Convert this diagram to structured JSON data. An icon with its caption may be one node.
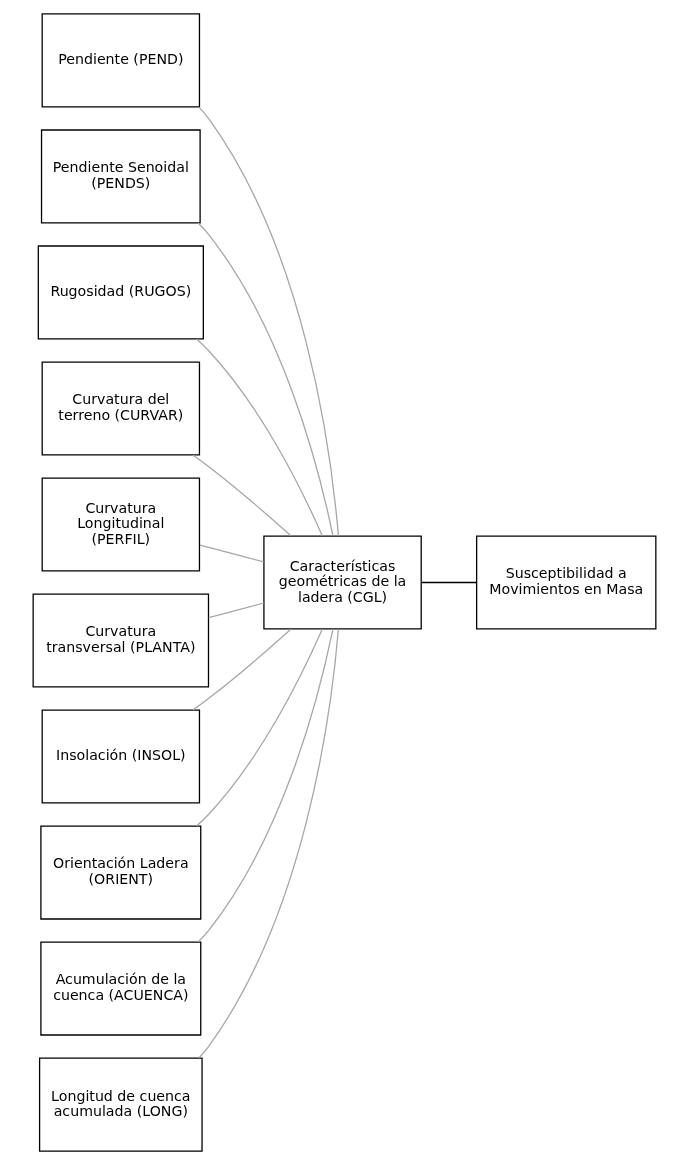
{
  "diagram": {
    "nodes": [
      {
        "text": [
          "Pendiente (PEND)"
        ]
      },
      {
        "text": [
          "Pendiente Senoidal (PENDS)"
        ]
      },
      {
        "text": [
          "Rugosidad (RUGOS)"
        ]
      },
      {
        "text": [
          "Curvatura del terreno (CURVAR)"
        ]
      },
      {
        "text": [
          "Curvatura Longitudinal (PERFIL)"
        ]
      },
      {
        "text": [
          "Curvatura transversal (PLANTA)"
        ]
      },
      {
        "text": [
          "Insolación (INSOL)"
        ]
      },
      {
        "text": [
          "Orientación Ladera (ORIENT)"
        ]
      },
      {
        "text": [
          "Acumulación de la cuenca (ACUENCA)"
        ]
      },
      {
        "text": [
          "Longitud de cuenca acumulada (LONG)"
        ]
      },
      {
        "text": [
          "Características geométricas de la ladera (CGL)"
        ]
      },
      {
        "text": [
          "Susceptibilidad a Movimientos en Masa"
        ]
      }
    ],
    "edges": [
      {
        "from": 0,
        "to": 10,
        "arrow": "none"
      },
      {
        "from": 1,
        "to": 10,
        "arrow": "none"
      },
      {
        "from": 2,
        "to": 10,
        "arrow": "none"
      },
      {
        "from": 3,
        "to": 10,
        "arrow": "none"
      },
      {
        "from": 4,
        "to": 10,
        "arrow": "none"
      },
      {
        "from": 5,
        "to": 10,
        "arrow": "none"
      },
      {
        "from": 6,
        "to": 10,
        "arrow": "none"
      },
      {
        "from": 7,
        "to": 10,
        "arrow": "none"
      },
      {
        "from": 8,
        "to": 10,
        "arrow": "none"
      },
      {
        "from": 9,
        "to": 10,
        "arrow": "none"
      },
      {
        "from": 10,
        "to": 11,
        "arrow": "none",
        "color": "#000000"
      }
    ]
  }
}
